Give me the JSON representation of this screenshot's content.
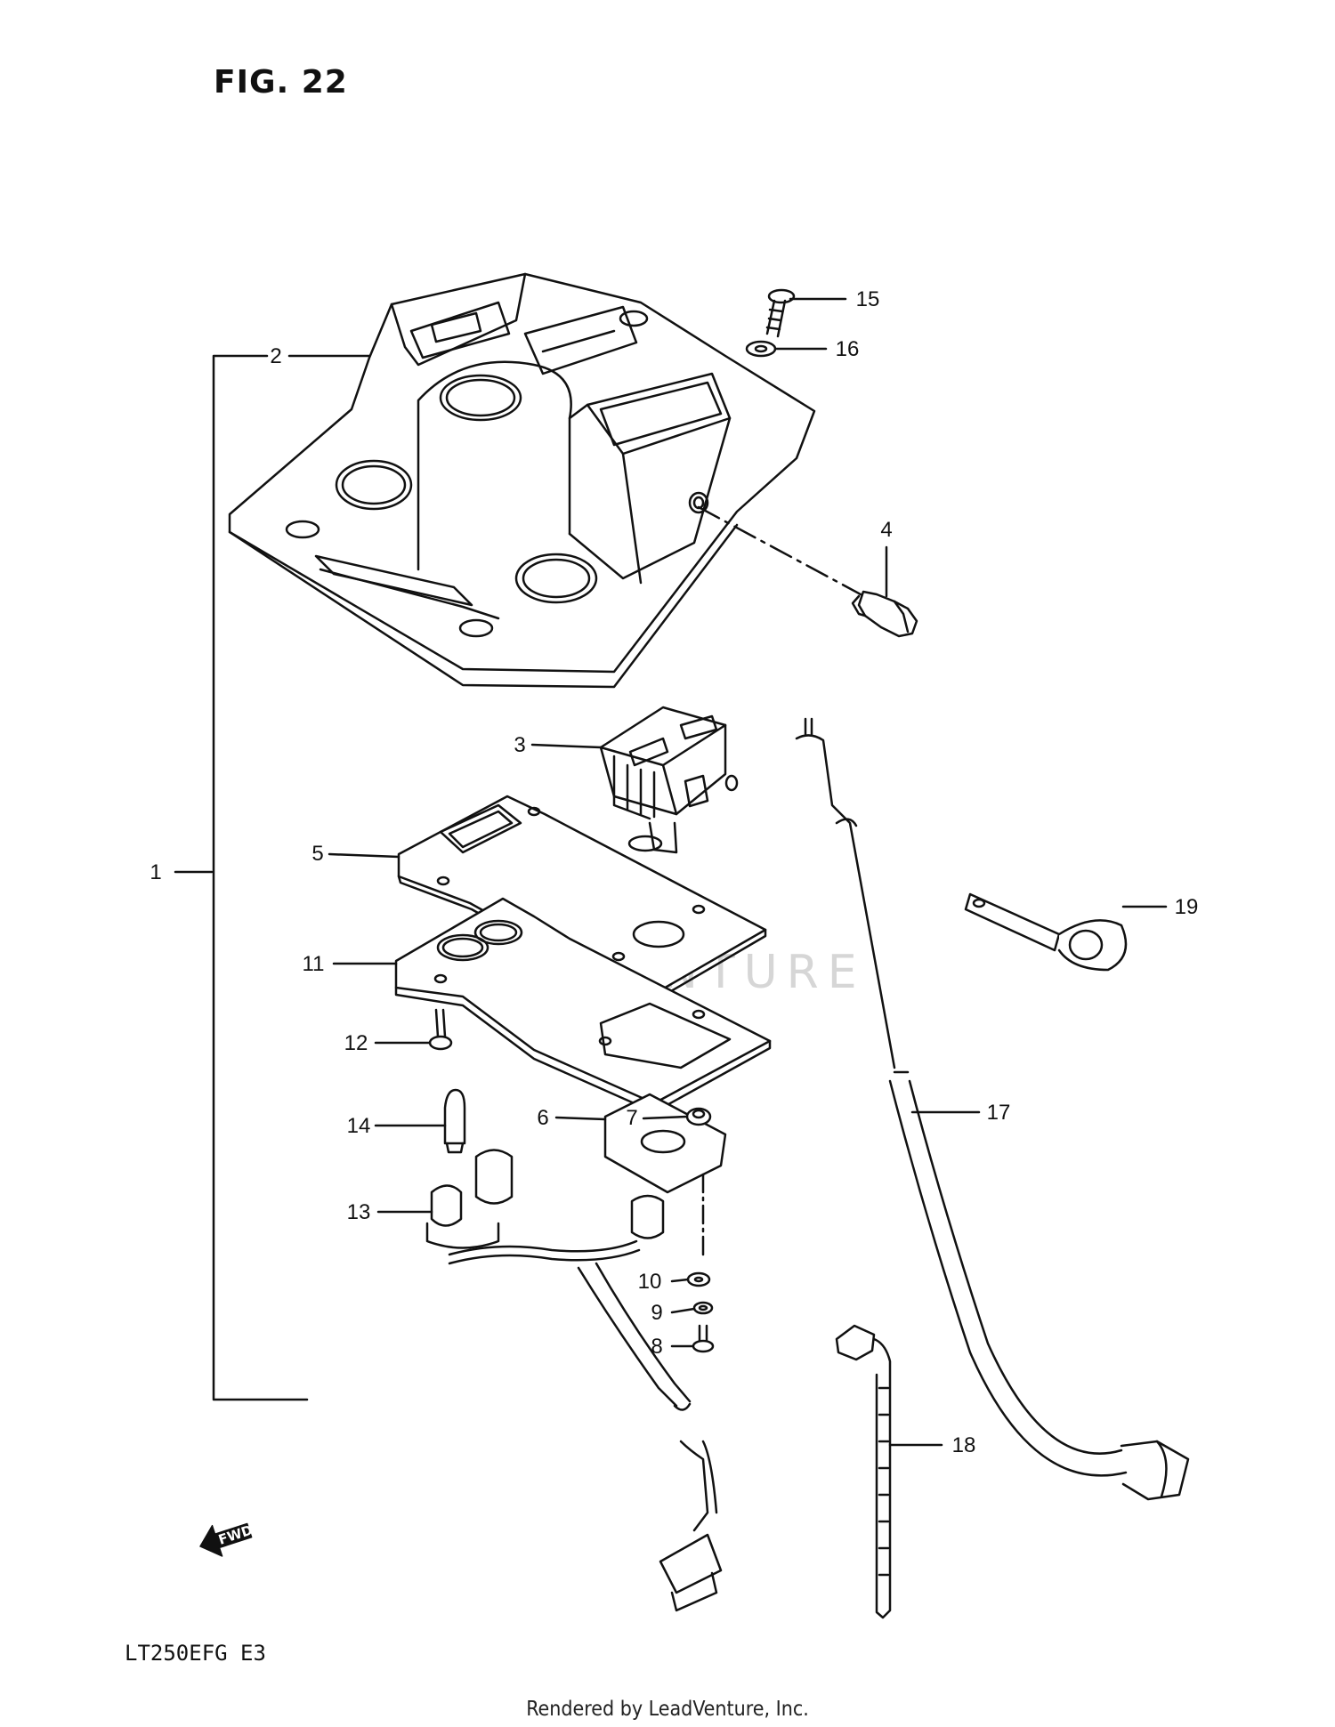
{
  "figure": {
    "title": "FIG. 22"
  },
  "model": {
    "code": "LT250EFG  E3"
  },
  "footer": {
    "credit": "Rendered by LeadVenture, Inc."
  },
  "watermark": {
    "text": "LEADVENTURE"
  },
  "direction_marker": {
    "text": "FWD"
  },
  "callouts": [
    {
      "number": "1",
      "part": "meter-assembly"
    },
    {
      "number": "2",
      "part": "meter-case"
    },
    {
      "number": "3",
      "part": "odometer-unit"
    },
    {
      "number": "4",
      "part": "reset-knob"
    },
    {
      "number": "5",
      "part": "plate"
    },
    {
      "number": "6",
      "part": "bracket"
    },
    {
      "number": "7",
      "part": "grommet"
    },
    {
      "number": "8",
      "part": "screw"
    },
    {
      "number": "9",
      "part": "lock-washer"
    },
    {
      "number": "10",
      "part": "washer"
    },
    {
      "number": "11",
      "part": "gasket"
    },
    {
      "number": "12",
      "part": "screw"
    },
    {
      "number": "13",
      "part": "socket-harness"
    },
    {
      "number": "14",
      "part": "bulb"
    },
    {
      "number": "15",
      "part": "screw"
    },
    {
      "number": "16",
      "part": "washer"
    },
    {
      "number": "17",
      "part": "speedometer-cable"
    },
    {
      "number": "18",
      "part": "clamp-band"
    },
    {
      "number": "19",
      "part": "cable-clamp"
    }
  ]
}
